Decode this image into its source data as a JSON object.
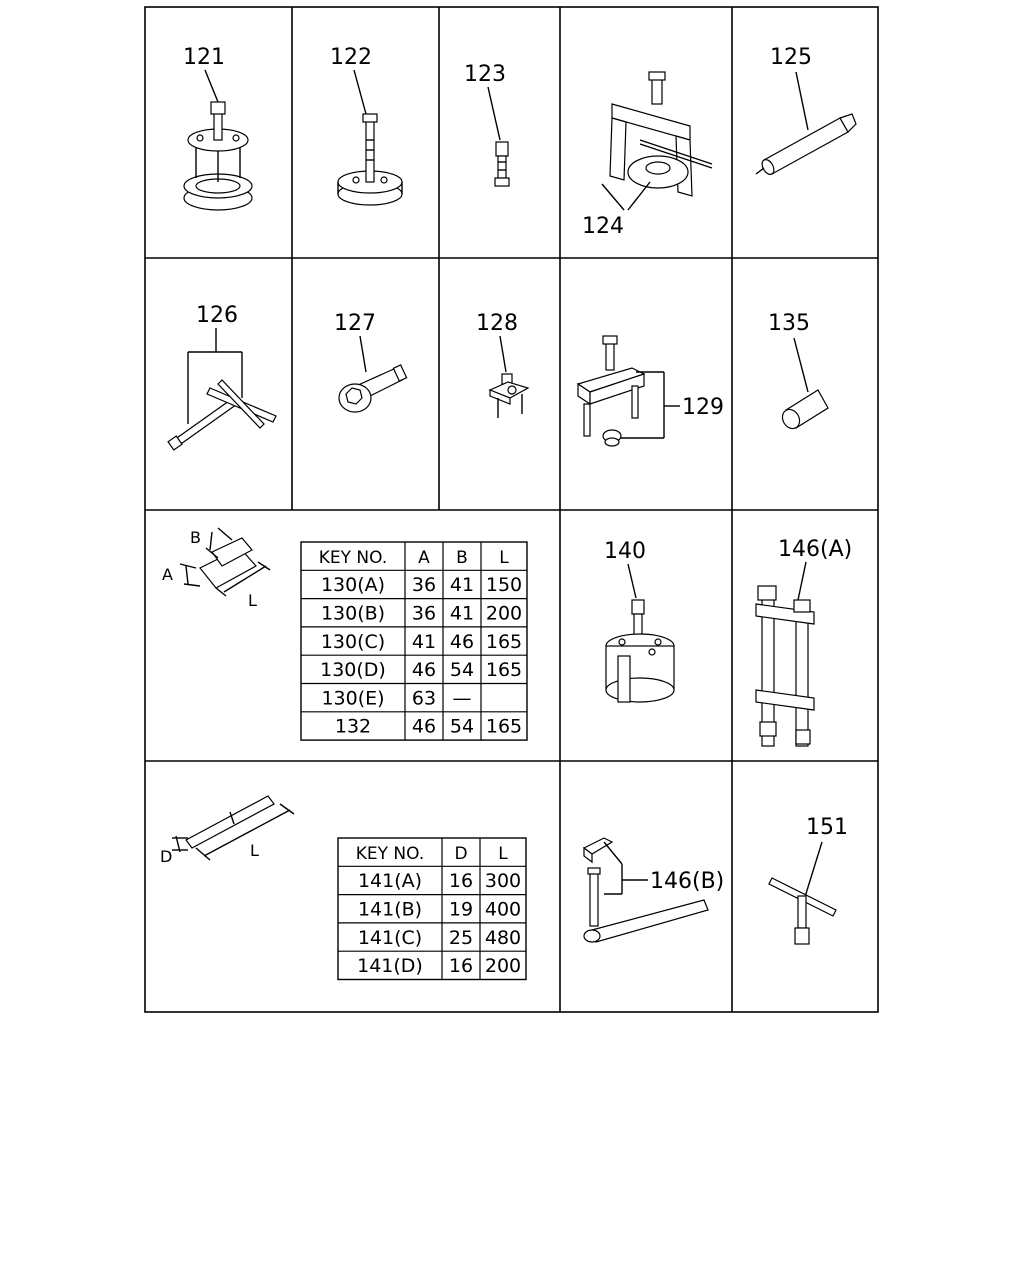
{
  "parts": {
    "p121": "121",
    "p122": "122",
    "p123": "123",
    "p124": "124",
    "p125": "125",
    "p126": "126",
    "p127": "127",
    "p128": "128",
    "p129": "129",
    "p135": "135",
    "p140": "140",
    "p146a": "146(A)",
    "p146b": "146(B)",
    "p151": "151"
  },
  "table130": {
    "headers": [
      "KEY NO.",
      "A",
      "B",
      "L"
    ],
    "rows": [
      [
        "130(A)",
        "36",
        "41",
        "150"
      ],
      [
        "130(B)",
        "36",
        "41",
        "200"
      ],
      [
        "130(C)",
        "41",
        "46",
        "165"
      ],
      [
        "130(D)",
        "46",
        "54",
        "165"
      ],
      [
        "130(E)",
        "63",
        "—",
        ""
      ],
      [
        "132",
        "46",
        "54",
        "165"
      ]
    ],
    "dims": {
      "a": "A",
      "b": "B",
      "l": "L"
    }
  },
  "table141": {
    "headers": [
      "KEY NO.",
      "D",
      "L"
    ],
    "rows": [
      [
        "141(A)",
        "16",
        "300"
      ],
      [
        "141(B)",
        "19",
        "400"
      ],
      [
        "141(C)",
        "25",
        "480"
      ],
      [
        "141(D)",
        "16",
        "200"
      ]
    ],
    "dims": {
      "d": "D",
      "l": "L"
    }
  }
}
